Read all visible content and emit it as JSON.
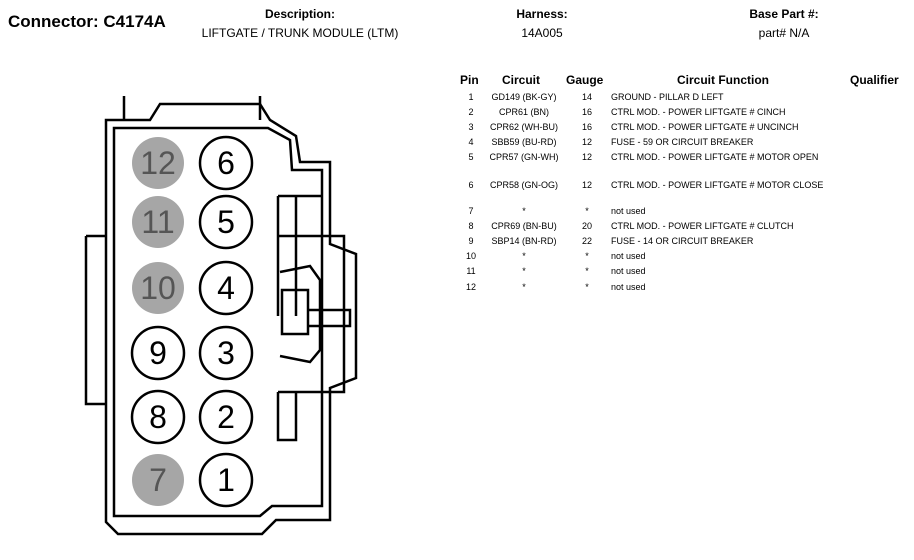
{
  "header": {
    "connector": "Connector: C4174A",
    "description_label": "Description:",
    "description": "LIFTGATE / TRUNK MODULE (LTM)",
    "harness_label": "Harness:",
    "harness": "14A005",
    "base_part_label": "Base Part #:",
    "base_part": "part# N/A"
  },
  "table": {
    "headers": {
      "pin": "Pin",
      "circuit": "Circuit",
      "gauge": "Gauge",
      "function": "Circuit Function",
      "qualifier": "Qualifier"
    },
    "rows": [
      {
        "pin": "1",
        "circuit": "GD149 (BK-GY)",
        "gauge": "14",
        "function": "GROUND - PILLAR D LEFT"
      },
      {
        "pin": "2",
        "circuit": "CPR61 (BN)",
        "gauge": "16",
        "function": "CTRL MOD. - POWER LIFTGATE # CINCH"
      },
      {
        "pin": "3",
        "circuit": "CPR62 (WH-BU)",
        "gauge": "16",
        "function": "CTRL MOD. - POWER LIFTGATE # UNCINCH"
      },
      {
        "pin": "4",
        "circuit": "SBB59 (BU-RD)",
        "gauge": "12",
        "function": "FUSE - 59 OR CIRCUIT BREAKER"
      },
      {
        "pin": "5",
        "circuit": "CPR57 (GN-WH)",
        "gauge": "12",
        "function": "CTRL MOD. - POWER LIFTGATE # MOTOR OPEN"
      },
      {
        "pin": "6",
        "circuit": "CPR58 (GN-OG)",
        "gauge": "12",
        "function": "CTRL MOD. - POWER LIFTGATE # MOTOR CLOSE"
      },
      {
        "pin": "7",
        "circuit": "*",
        "gauge": "*",
        "function": "not used"
      },
      {
        "pin": "8",
        "circuit": "CPR69 (BN-BU)",
        "gauge": "20",
        "function": "CTRL MOD. - POWER LIFTGATE # CLUTCH"
      },
      {
        "pin": "9",
        "circuit": "SBP14 (BN-RD)",
        "gauge": "22",
        "function": "FUSE - 14 OR CIRCUIT BREAKER"
      },
      {
        "pin": "10",
        "circuit": "*",
        "gauge": "*",
        "function": "not used"
      },
      {
        "pin": "11",
        "circuit": "*",
        "gauge": "*",
        "function": "not used"
      },
      {
        "pin": "12",
        "circuit": "*",
        "gauge": "*",
        "function": "not used"
      }
    ]
  },
  "connector_pins": [
    {
      "label": "12",
      "used": false
    },
    {
      "label": "6",
      "used": true
    },
    {
      "label": "11",
      "used": false
    },
    {
      "label": "5",
      "used": true
    },
    {
      "label": "10",
      "used": false
    },
    {
      "label": "4",
      "used": true
    },
    {
      "label": "9",
      "used": true
    },
    {
      "label": "3",
      "used": true
    },
    {
      "label": "8",
      "used": true
    },
    {
      "label": "2",
      "used": true
    },
    {
      "label": "7",
      "used": false
    },
    {
      "label": "1",
      "used": true
    }
  ],
  "colors": {
    "unused_pin": "#a6a6a6",
    "used_pin": "#ffffff",
    "line": "#000000"
  }
}
